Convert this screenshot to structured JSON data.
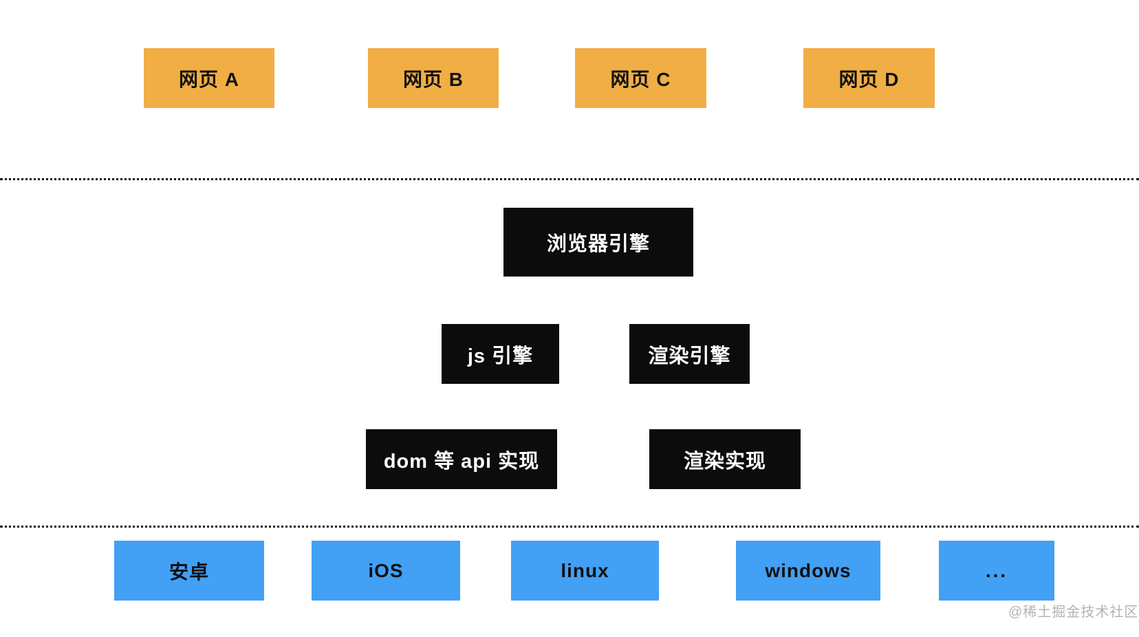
{
  "diagram": {
    "pages": [
      {
        "label": "网页 A"
      },
      {
        "label": "网页 B"
      },
      {
        "label": "网页 C"
      },
      {
        "label": "网页 D"
      }
    ],
    "engine": {
      "browser_engine": "浏览器引擎",
      "js_engine": "js 引擎",
      "render_engine": "渲染引擎",
      "dom_api_impl": "dom 等 api 实现",
      "render_impl": "渲染实现"
    },
    "platforms": [
      {
        "label": "安卓"
      },
      {
        "label": "iOS"
      },
      {
        "label": "linux"
      },
      {
        "label": "windows"
      },
      {
        "label": "..."
      }
    ],
    "watermark": "@稀土掘金技术社区",
    "colors": {
      "page_box": "#F1AE44",
      "engine_box": "#0C0C0C",
      "platform_box": "#42A0F5",
      "engine_text": "#FFFFFF",
      "label_text": "#111111",
      "watermark_text": "#B3B3B3"
    }
  }
}
